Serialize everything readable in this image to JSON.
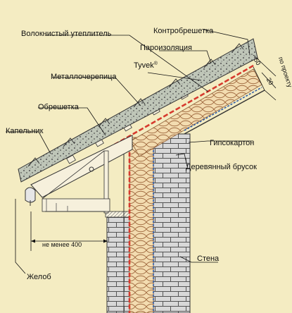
{
  "labels": {
    "kontrobreshetka": "Контробрешетка",
    "uteplitel": "Волокнистый утеплитель",
    "paroizolyaciya": "Пароизоляция",
    "tyvek": "Tyvek",
    "tyvek_mark": "®",
    "metallocherepica": "Металлочерепица",
    "obreshetka": "Обрешетка",
    "kapelnik": "Капельник",
    "gipsokarton": "Гипсокартон",
    "brusok": "Деревянный брусок",
    "stena": "Стена",
    "zhelob": "Желоб",
    "dim_400": "не менее 400",
    "dim_50": "50",
    "dim_20": "20",
    "dim_proekt": "по проекту"
  },
  "colors": {
    "background": "#f4ecc2",
    "tile": "#b9c2b4",
    "brick": "#d6d6d6",
    "insulation": "#f3d9a8",
    "membrane_red": "#d63a2e",
    "vapour_blue": "#2f5da8",
    "wood": "#f6f0dc"
  }
}
